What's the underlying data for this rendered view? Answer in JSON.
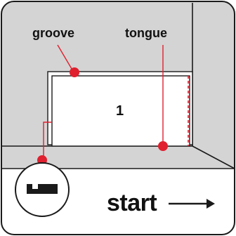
{
  "labels": {
    "groove": "groove",
    "tongue": "tongue",
    "panel_number": "1",
    "start": "start"
  },
  "icons": {
    "direction": "right-arrow-icon",
    "detail": "groove-profile-icon"
  },
  "colors": {
    "wall_background": "#d4d4d4",
    "floor_background": "#ffffff",
    "outline": "#1a1a1a",
    "marker_red": "#e0202e",
    "dashed_red": "#e0202e",
    "panel_fill": "#ffffff"
  }
}
